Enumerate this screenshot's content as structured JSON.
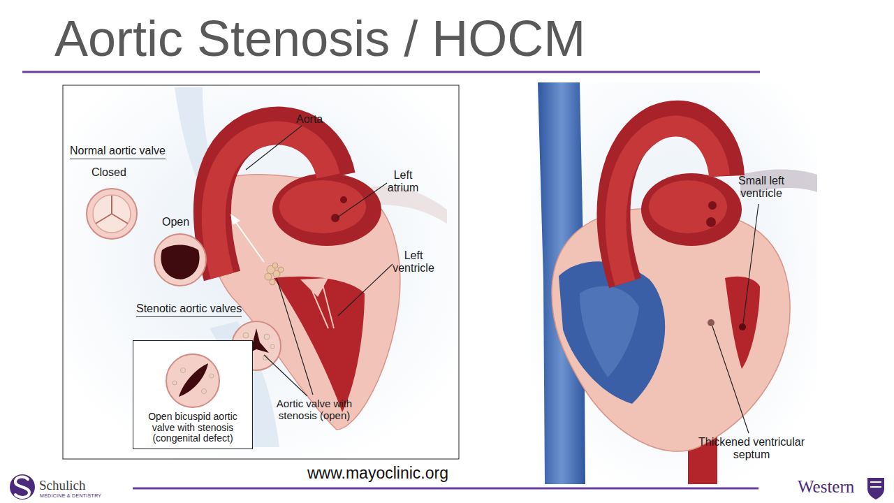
{
  "diagram": {
    "title": "Aortic Stenosis / HOCM",
    "nodes": [
      {
        "text": [
          "Open bicuspid aortic valve with stenosis (congenital defect)"
        ]
      }
    ],
    "labels": [
      "Normal aortic valve",
      "Closed",
      "Open",
      "Stenotic aortic valves",
      "Aortic valve with stenosis (open)",
      "Aorta",
      "Left atrium",
      "Left ventricle",
      "www.mayoclinic.org",
      "Small left ventricle",
      "Thickened ventricular septum",
      "Schulich",
      "MEDICINE & DENTISTRY",
      "Western"
    ]
  }
}
